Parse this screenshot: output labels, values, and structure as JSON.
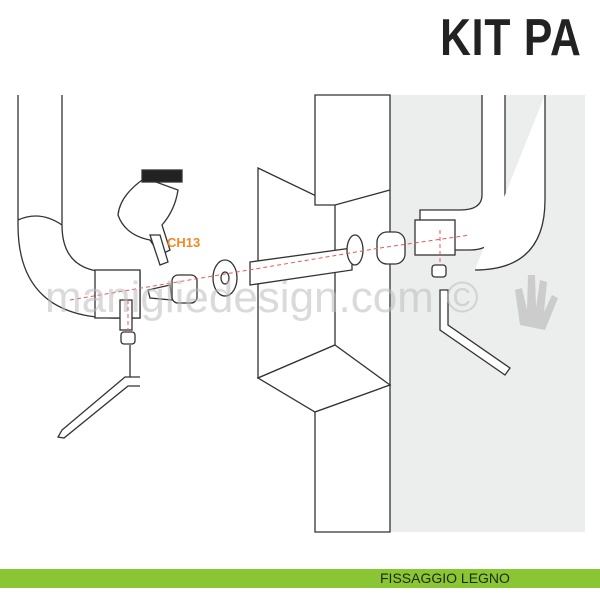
{
  "header": {
    "title": "KIT PA"
  },
  "diagram": {
    "wrench_size_label": "CH13",
    "watermark": "manigliedesign.com ©"
  },
  "footer": {
    "label": "FISSAGGIO LEGNO"
  },
  "colors": {
    "accent": "#f08a24",
    "footer_bar": "#8ac634",
    "wall_shade": "#eceeed",
    "guide_line": "#e8585a"
  }
}
